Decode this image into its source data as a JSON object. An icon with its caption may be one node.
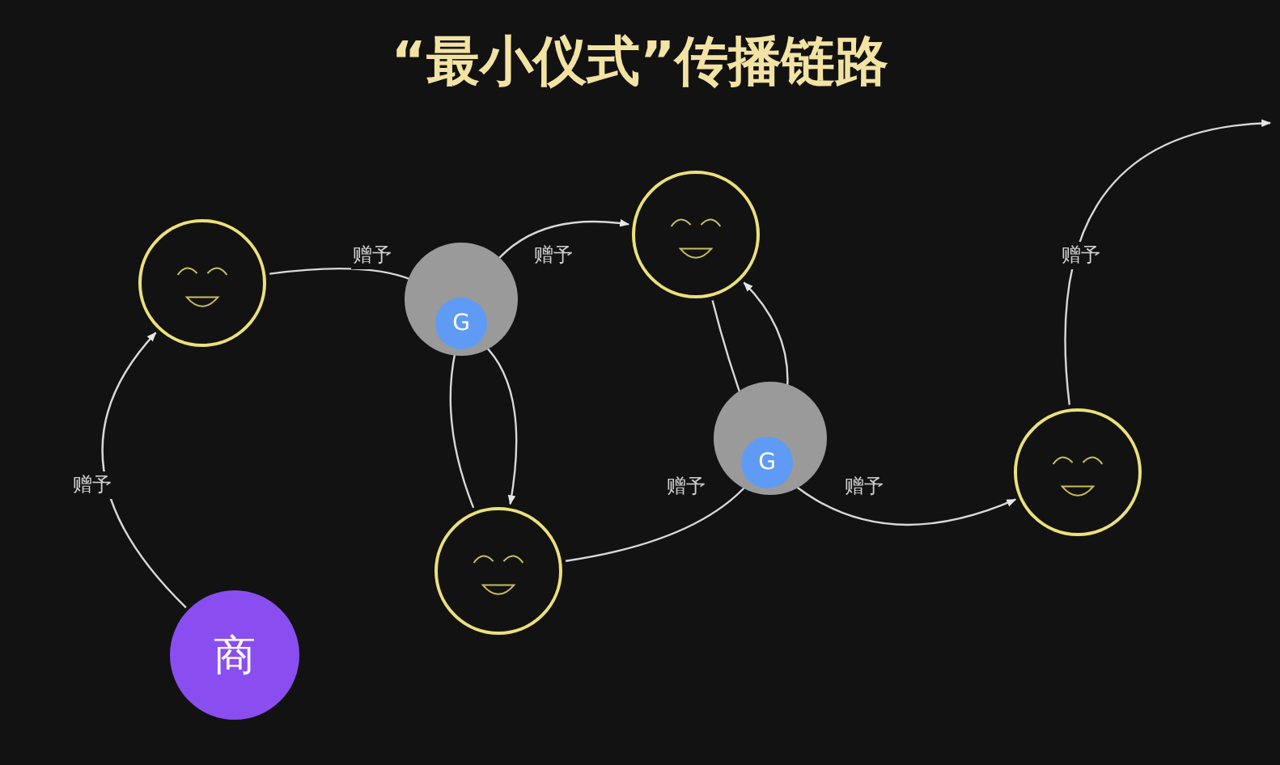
{
  "diagram": {
    "title": "“最小仪式”传播链路",
    "nodes": [
      {
        "text": [],
        "shape": "circle"
      },
      {
        "text": [],
        "shape": "circle"
      },
      {
        "text": [
          "G"
        ],
        "in": 1
      },
      {
        "text": [],
        "shape": "circle"
      },
      {
        "text": [],
        "shape": "circle"
      },
      {
        "text": [],
        "shape": "circle"
      },
      {
        "text": [
          "G"
        ],
        "in": 5
      },
      {
        "text": [],
        "shape": "circle"
      },
      {
        "text": [
          "商"
        ]
      }
    ],
    "edges": [
      {
        "from": 8,
        "to": 0,
        "arrow": "to",
        "label": "赠予"
      },
      {
        "from": 0,
        "to": 2,
        "arrow": "none",
        "label": "赠予"
      },
      {
        "from": 2,
        "to": 3,
        "arrow": "to",
        "label": "赠予"
      },
      {
        "from": 4,
        "to": 2,
        "arrow": "none"
      },
      {
        "from": 2,
        "to": 4,
        "arrow": "to"
      },
      {
        "from": 3,
        "to": 6,
        "arrow": "none"
      },
      {
        "from": 6,
        "to": 3,
        "arrow": "to"
      },
      {
        "from": 4,
        "to": 6,
        "arrow": "none",
        "label": "赠予"
      },
      {
        "from": 6,
        "to": 7,
        "arrow": "to",
        "label": "赠予"
      },
      {
        "from": 7,
        "to": null,
        "arrow": "to",
        "label": "赠予"
      }
    ]
  }
}
